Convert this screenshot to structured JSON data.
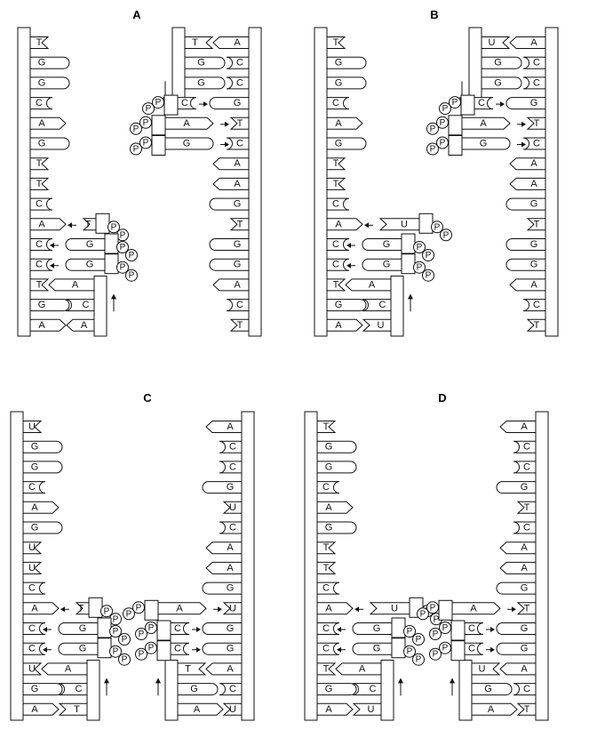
{
  "panels": [
    {
      "label": "A",
      "left_strand": [
        "T",
        "G",
        "G",
        "C",
        "A",
        "G",
        "T",
        "T",
        "C",
        "A",
        "C",
        "C",
        "T",
        "G",
        "A"
      ],
      "left_paired": [
        "A",
        "C",
        "A"
      ],
      "left_incoming": [
        "T",
        "G",
        "G"
      ],
      "right_strand": [
        "A",
        "C",
        "C",
        "G",
        "T",
        "C",
        "A",
        "A",
        "G",
        "T",
        "G",
        "G",
        "A",
        "C",
        "T"
      ],
      "right_paired": [
        "T",
        "G",
        "G"
      ],
      "right_incoming": [
        "C",
        "A",
        "G"
      ]
    },
    {
      "label": "B",
      "left_strand": [
        "T",
        "G",
        "G",
        "C",
        "A",
        "G",
        "T",
        "T",
        "C",
        "A",
        "C",
        "C",
        "T",
        "G",
        "A"
      ],
      "left_paired": [
        "A",
        "C",
        "U"
      ],
      "left_incoming": [
        "U",
        "G",
        "G"
      ],
      "right_strand": [
        "A",
        "C",
        "C",
        "G",
        "T",
        "C",
        "A",
        "A",
        "G",
        "T",
        "G",
        "G",
        "A",
        "C",
        "T"
      ],
      "right_paired": [
        "U",
        "G",
        "G"
      ],
      "right_incoming": [
        "C",
        "A",
        "G"
      ]
    },
    {
      "label": "C",
      "left_strand": [
        "U",
        "G",
        "G",
        "C",
        "A",
        "G",
        "U",
        "U",
        "C",
        "A",
        "C",
        "C",
        "U",
        "G",
        "A"
      ],
      "left_paired": [
        "A",
        "C",
        "T"
      ],
      "left_incoming": [
        "T",
        "G",
        "G"
      ],
      "right_strand": [
        "A",
        "C",
        "C",
        "G",
        "U",
        "C",
        "A",
        "A",
        "G",
        "U",
        "G",
        "G",
        "A",
        "C",
        "U"
      ],
      "right_paired": [
        "T",
        "G",
        "A"
      ],
      "right_incoming": [
        "A",
        "C",
        "C"
      ]
    },
    {
      "label": "D",
      "left_strand": [
        "T",
        "G",
        "G",
        "C",
        "A",
        "G",
        "T",
        "T",
        "C",
        "A",
        "C",
        "C",
        "T",
        "G",
        "A"
      ],
      "left_paired": [
        "A",
        "C",
        "U"
      ],
      "left_incoming": [
        "U",
        "G",
        "G"
      ],
      "right_strand": [
        "A",
        "C",
        "C",
        "G",
        "T",
        "C",
        "A",
        "A",
        "G",
        "T",
        "G",
        "G",
        "A",
        "C",
        "T"
      ],
      "right_paired": [
        "U",
        "G",
        "A"
      ],
      "right_incoming": [
        "A",
        "C",
        "C"
      ]
    }
  ],
  "phosphate_symbol": "P"
}
